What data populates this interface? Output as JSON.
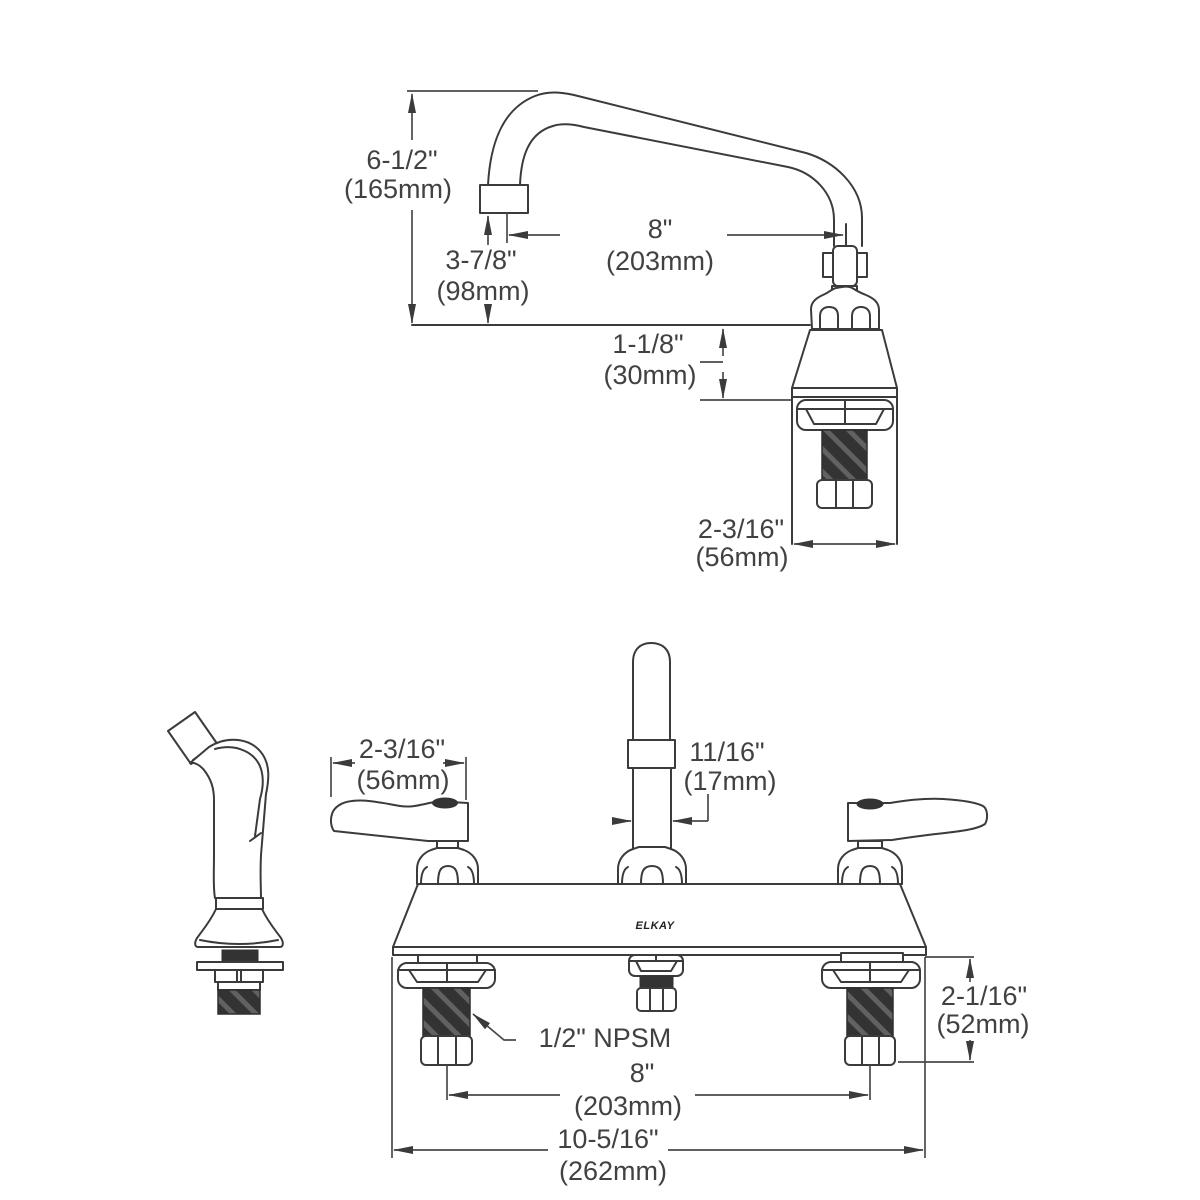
{
  "page": {
    "background": "#ffffff",
    "line_color": "#3b3b3b",
    "accent_dark": "#333333"
  },
  "brand_logo": "ELKAY",
  "side_view": {
    "spout_height": {
      "inches": "6-1/2\"",
      "metric": "(165mm)"
    },
    "spout_clearance": {
      "inches": "3-7/8\"",
      "metric": "(98mm)"
    },
    "spout_reach": {
      "inches": "8\"",
      "metric": "(203mm)"
    },
    "deck_height": {
      "inches": "1-1/8\"",
      "metric": "(30mm)"
    },
    "base_width": {
      "inches": "2-3/16\"",
      "metric": "(56mm)"
    }
  },
  "front_view": {
    "handle_length": {
      "inches": "2-3/16\"",
      "metric": "(56mm)"
    },
    "column_width": {
      "inches": "11/16\"",
      "metric": "(17mm)"
    },
    "shank_thread": "1/2\" NPSM",
    "faucet_centers": {
      "inches": "8\"",
      "metric": "(203mm)"
    },
    "overall_width": {
      "inches": "10-5/16\"",
      "metric": "(262mm)"
    },
    "shank_length": {
      "inches": "2-1/16\"",
      "metric": "(52mm)"
    }
  }
}
